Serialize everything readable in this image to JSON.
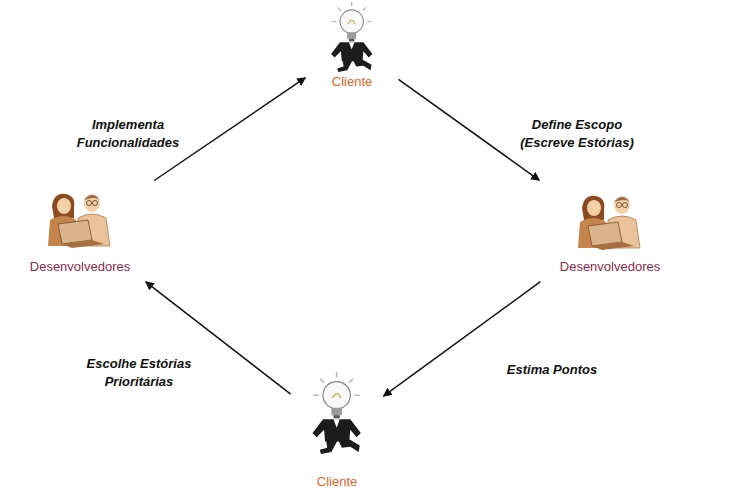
{
  "diagram": {
    "nodes": [
      {
        "text": [
          "Cliente"
        ]
      },
      {
        "text": [
          "Desenvolvedores"
        ]
      },
      {
        "text": [
          "Desenvolvedores"
        ]
      },
      {
        "text": [
          "Cliente"
        ]
      }
    ],
    "edges": [
      {
        "from": 0,
        "to": 2,
        "label": "Define Escopo (Escreve Estórias)",
        "arrow": "to"
      },
      {
        "from": 2,
        "to": 3,
        "label": "Estima Pontos",
        "arrow": "to"
      },
      {
        "from": 3,
        "to": 1,
        "label": "Escolhe Estórias Prioritárias",
        "arrow": "to"
      },
      {
        "from": 1,
        "to": 0,
        "label": "Implementa Funcionalidades",
        "arrow": "to"
      }
    ]
  }
}
